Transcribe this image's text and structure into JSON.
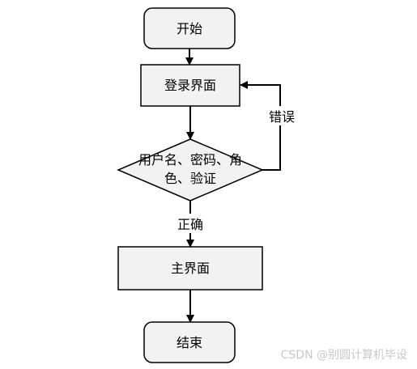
{
  "nodes": {
    "start": "开始",
    "login": "登录界面",
    "check_line1": "用户名、密码、角",
    "check_line2": "色、验证",
    "main": "主界面",
    "end": "结束"
  },
  "edges": {
    "error": "错误",
    "ok": "正确"
  },
  "watermark": "CSDN @别圆计算机毕设",
  "colors": {
    "node_fill": "#f2f2f2",
    "stroke": "#000000",
    "watermark": "#c8c8c8"
  }
}
